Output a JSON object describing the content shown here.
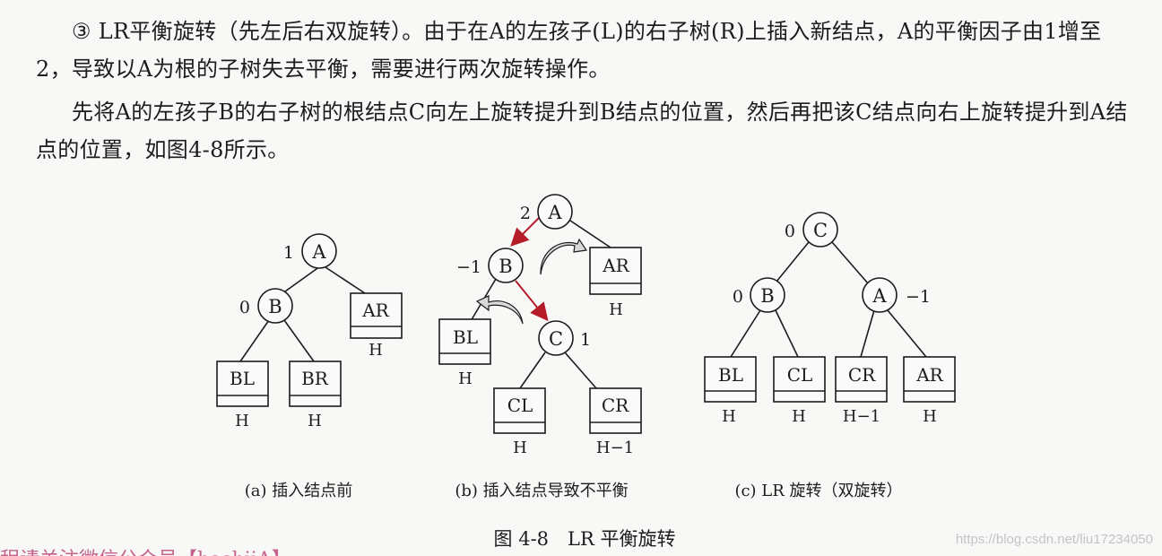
{
  "text": {
    "paragraph1": "③ LR平衡旋转（先左后右双旋转）。由于在A的左孩子(L)的右子树(R)上插入新结点，A的平衡因子由1增至2，导致以A为根的子树失去平衡，需要进行两次旋转操作。",
    "paragraph2": "先将A的左孩子B的右子树的根结点C向左上旋转提升到B结点的位置，然后再把该C结点向右上旋转提升到A结点的位置，如图4-8所示。"
  },
  "figure": {
    "caption": "图 4-8　LR 平衡旋转",
    "a": {
      "subcaption": "(a)  插入结点前",
      "nodes": {
        "A": "A",
        "B": "B"
      },
      "factors": {
        "A": "1",
        "B": "0"
      },
      "boxes": {
        "BL": "BL",
        "BR": "BR",
        "AR": "AR"
      },
      "heights": {
        "BL": "H",
        "BR": "H",
        "AR": "H"
      }
    },
    "b": {
      "subcaption": "(b)  插入结点导致不平衡",
      "nodes": {
        "A": "A",
        "B": "B",
        "C": "C"
      },
      "factors": {
        "A": "2",
        "B": "−1",
        "C": "1"
      },
      "boxes": {
        "AR": "AR",
        "BL": "BL",
        "CL": "CL",
        "CR": "CR"
      },
      "heights": {
        "AR": "H",
        "BL": "H",
        "CL": "H",
        "CR": "H−1"
      }
    },
    "c": {
      "subcaption": "(c) LR 旋转（双旋转）",
      "nodes": {
        "C": "C",
        "B": "B",
        "A": "A"
      },
      "factors": {
        "C": "0",
        "B": "0",
        "A": "−1"
      },
      "boxes": {
        "BL": "BL",
        "CL": "CL",
        "CR": "CR",
        "AR": "AR"
      },
      "heights": {
        "BL": "H",
        "CL": "H",
        "CR": "H−1",
        "AR": "H"
      }
    },
    "colors": {
      "arrow": "#b51c2a",
      "rotate_arrow": "#d8d8d8"
    }
  },
  "watermark": "https://blog.csdn.net/liu17234050",
  "cut_off_text": "程请关注微信公众号【hashiiA】"
}
